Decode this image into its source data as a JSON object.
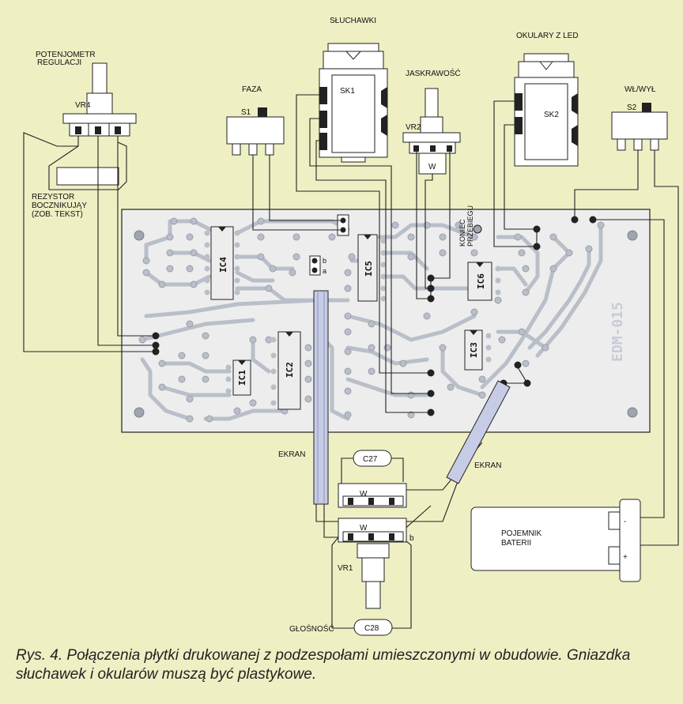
{
  "labels": {
    "potentiometer": [
      "POTENJOMETR",
      "REGULACJI"
    ],
    "vr4": "VR4",
    "resistor": [
      "REZYSTOR",
      "BOCZNIKUJĄY",
      "(ZOB. TEKST)"
    ],
    "faza": "FAZA",
    "s1": "S1",
    "headphones": "SŁUCHAWKI",
    "sk1": "SK1",
    "brightness": "JASKRAWOŚĆ",
    "vr2": "VR2",
    "w": "W",
    "glasses": "OKULARY Z LED",
    "sk2": "SK2",
    "onoff": "WŁ/WYŁ",
    "s2": "S2",
    "end_run": [
      "KONIEC",
      "PRZEBIEGU"
    ],
    "board_code": "EDM-015",
    "ekran": "EKRAN",
    "c27": "C27",
    "c28": "C28",
    "vr1": "VR1",
    "volume": "GŁOŚNOŚĆ",
    "battery": [
      "POJEMNIK",
      "BATERII"
    ],
    "minus": "-",
    "plus": "+",
    "pad_a": "a",
    "pad_b": "b",
    "ic": [
      "IC1",
      "IC2",
      "IC3",
      "IC4",
      "IC5",
      "IC6"
    ]
  },
  "caption": "Rys. 4. Połączenia płytki drukowanej z podzespołami umieszczonymi w obudowie. Gniazdka słuchawek i okularów muszą być plastykowe.",
  "colors": {
    "background": "#efefc4",
    "board": "#ededed",
    "trace": "#b9bfc9",
    "shield": "#c6cbe6"
  }
}
